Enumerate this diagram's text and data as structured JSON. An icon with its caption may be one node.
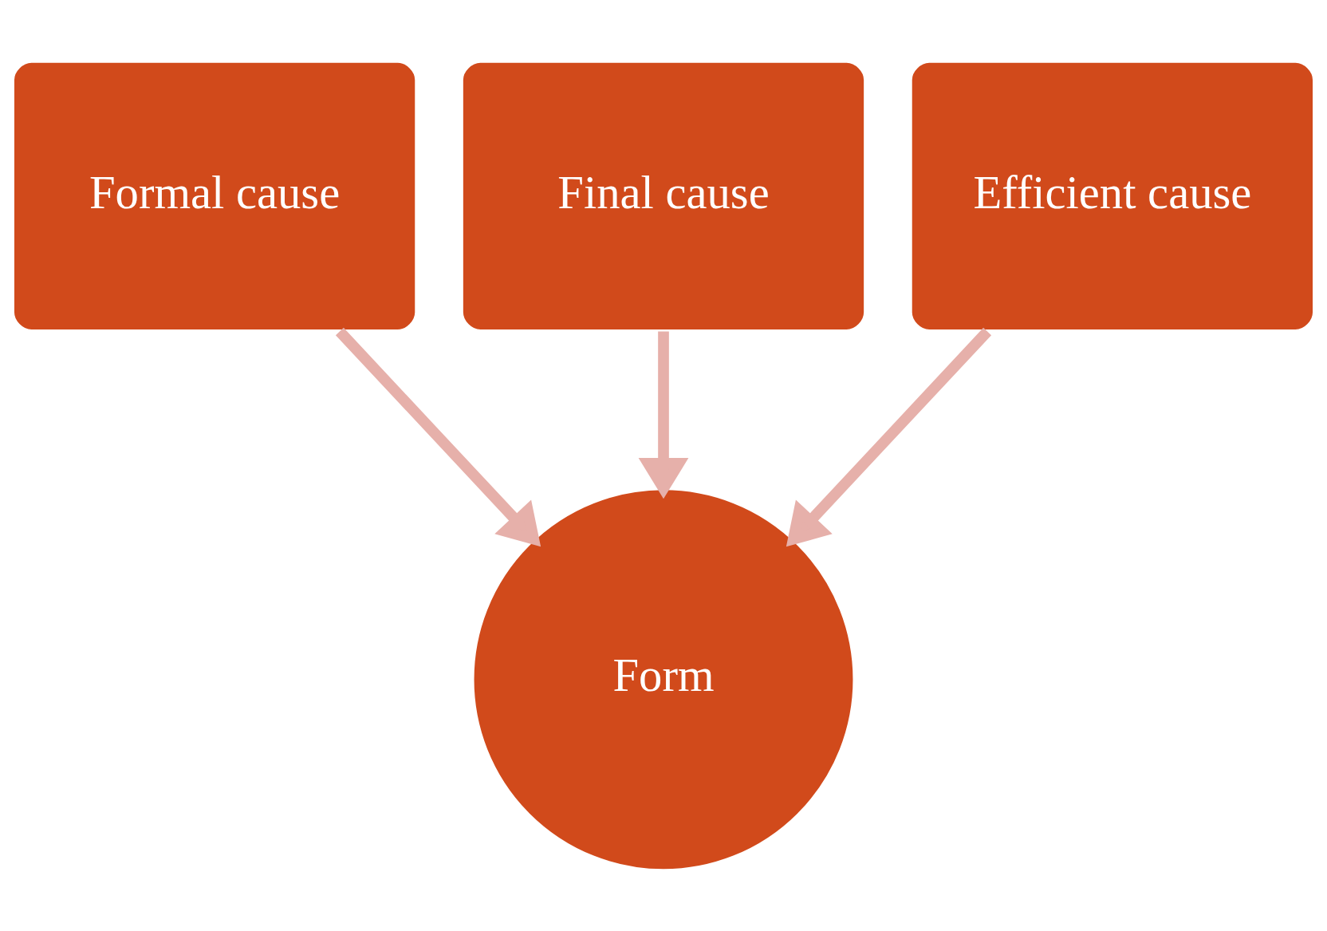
{
  "diagram": {
    "nodes": [
      {
        "text": [
          "Formal cause"
        ]
      },
      {
        "text": [
          "Final cause"
        ]
      },
      {
        "text": [
          "Efficient cause"
        ]
      },
      {
        "text": [
          "Form"
        ]
      }
    ],
    "edges": [
      {
        "from": 1,
        "to": 3,
        "arrow": "to"
      },
      {
        "from": 0,
        "to": 3,
        "arrow": "to"
      },
      {
        "from": 2,
        "to": 3,
        "arrow": "to"
      }
    ]
  }
}
